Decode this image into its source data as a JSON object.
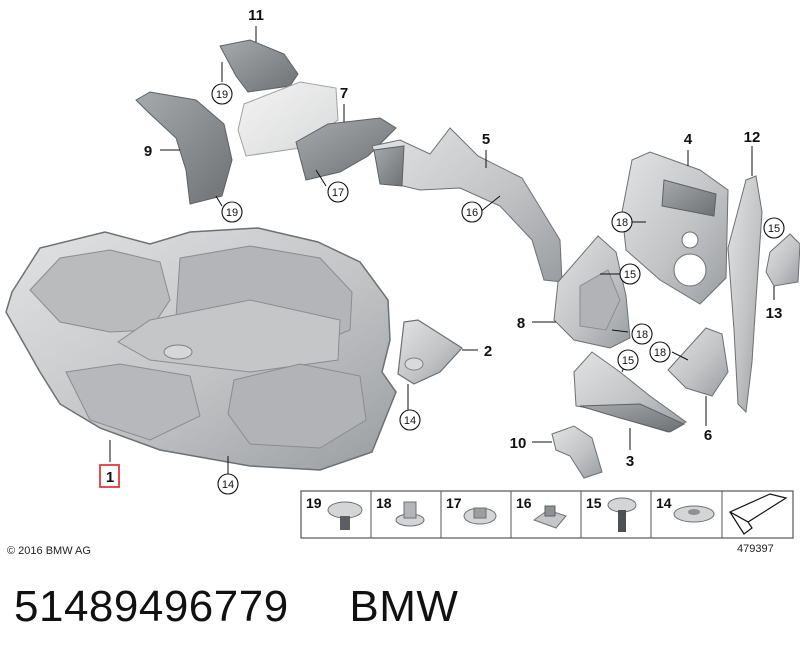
{
  "diagram": {
    "copyright": "© 2016 BMW AG",
    "diagram_number": "479397",
    "callouts": [
      "11",
      "7",
      "9",
      "5",
      "4",
      "12",
      "2",
      "8",
      "10",
      "3",
      "6",
      "13"
    ],
    "highlighted_callout": "1",
    "circled_refs": [
      "19",
      "19",
      "17",
      "16",
      "18",
      "15",
      "15",
      "18",
      "18",
      "15",
      "14",
      "14"
    ],
    "legend": [
      "19",
      "18",
      "17",
      "16",
      "15",
      "14"
    ]
  },
  "footer": {
    "part_number": "51489496779",
    "brand": "BMW"
  },
  "colors": {
    "part_fill": "#c9cbcd",
    "part_stroke": "#6d7073",
    "highlight_box": "#e5383b",
    "legend_border": "#555555"
  }
}
